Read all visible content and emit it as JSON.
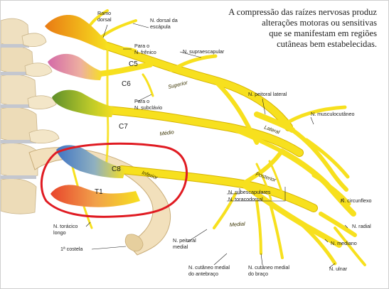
{
  "caption": [
    "A compressão das raízes nervosas produz",
    "alterações motoras ou sensitivas",
    "que se manifestam em regiões",
    "cutâneas bem estabelecidas."
  ],
  "roots": [
    "C5",
    "C6",
    "C7",
    "C8",
    "T1"
  ],
  "trunks": {
    "superior": "Superior",
    "medio": "Médio",
    "inferior": "Inferior"
  },
  "cords": {
    "lateral": "Lateral",
    "posterior": "Posterior",
    "medial": "Medial"
  },
  "labels": {
    "ramo_dorsal": [
      "Ramo",
      "dorsal"
    ],
    "n_dorsal_escapula": [
      "N. dorsal da",
      "escápula"
    ],
    "para_frenico": [
      "Para o",
      "N. frênico"
    ],
    "n_supraescapular": "N. supraescapular",
    "para_subclavio": [
      "Para o",
      "N. subclávio"
    ],
    "n_peitoral_lateral": "N. peitoral lateral",
    "n_musculocutaneo": "N. musculocutâneo",
    "n_subescapulares": "N. subescapulares",
    "n_toracodorsal": "N. toracodorsal",
    "n_circunflexo": "N. circunflexo",
    "n_radial": "N. radial",
    "n_mediano": "N. mediano",
    "n_toracico_longo": [
      "N. torácico",
      "longo"
    ],
    "primeira_costela": "1ª costela",
    "n_peitoral_medial": [
      "N. peitoral",
      "medial"
    ],
    "n_cutaneo_antebraco": [
      "N. cutâneo medial",
      "do antebraço"
    ],
    "n_cutaneo_braco": [
      "N. cutâneo medial",
      "do braço"
    ],
    "n_ulnar": "N. ulnar"
  },
  "colors": {
    "nerve": "#f7e01e",
    "nerve_edge": "#d8b800",
    "c5_root": "#f08a1c",
    "c6_root": "#e27ab8",
    "c7_root": "#7aa032",
    "c8_root": "#3f74c4",
    "t1_root": "#e8452c",
    "bone": "#f2e0bc",
    "annotation": "#e01b22"
  }
}
